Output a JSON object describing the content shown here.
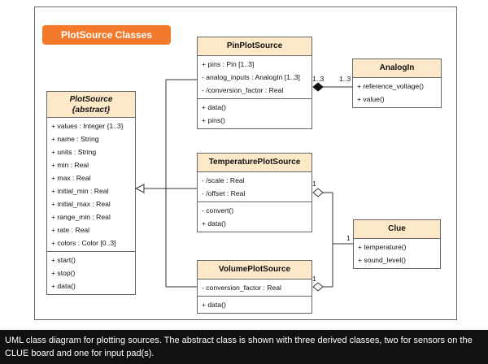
{
  "diagram_title": "PlotSource Classes",
  "classes": {
    "plotsource": {
      "name": "PlotSource",
      "stereotype": "{abstract}",
      "attributes": [
        "+ values : Integer {1..3}",
        "+ name : String",
        "+ units : String",
        "+ min : Real",
        "+ max : Real",
        "+ initial_min : Real",
        "+ initial_max : Real",
        "+ range_min : Real",
        "+ rate : Real",
        "+ colors : Color [0..3]"
      ],
      "methods": [
        "+ start()",
        "+ stop()",
        "+ data()"
      ]
    },
    "pinplotsource": {
      "name": "PinPlotSource",
      "attributes": [
        "+ pins : Pin [1..3]",
        "- analog_inputs : AnalogIn [1..3]",
        "- /conversion_factor : Real"
      ],
      "methods": [
        "+ data()",
        "+ pins()"
      ]
    },
    "temperatureplotsource": {
      "name": "TemperaturePlotSource",
      "attributes": [
        "- /scale : Real",
        "- /offset : Real"
      ],
      "methods": [
        "- convert()",
        "+ data()"
      ]
    },
    "volumeplotsource": {
      "name": "VolumePlotSource",
      "attributes": [
        "- conversion_factor : Real"
      ],
      "methods": [
        "+ data()"
      ]
    },
    "analogin": {
      "name": "AnalogIn",
      "attributes": [
        "+ reference_voltage()",
        "+ value()"
      ]
    },
    "clue": {
      "name": "Clue",
      "attributes": [
        "+ temperature()",
        "+ sound_level()"
      ]
    }
  },
  "multiplicities": {
    "pin_side": "1..3",
    "analog_side": "1..3",
    "temp_side": "1",
    "volume_side": "1",
    "clue_side": "1"
  },
  "caption": "UML class diagram for plotting sources. The abstract class is shown with three derived classes, two for sensors on the CLUE board and one for input pad(s)."
}
